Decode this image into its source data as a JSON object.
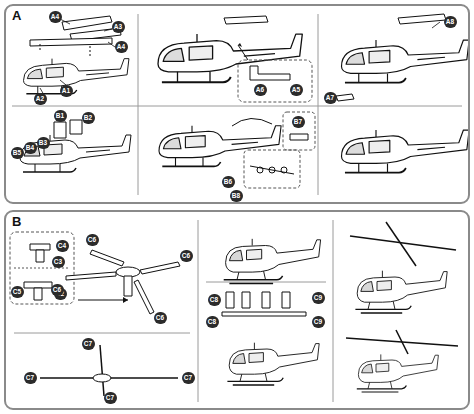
{
  "diagram": {
    "nodes": [
      {
        "text": [
          "A"
        ]
      },
      {
        "text": [
          "A4"
        ],
        "in": 0
      },
      {
        "text": [
          "A3"
        ],
        "in": 0
      },
      {
        "text": [
          "A4"
        ],
        "in": 0
      },
      {
        "text": [
          "A1"
        ],
        "in": 0
      },
      {
        "text": [
          "A2"
        ],
        "in": 0
      },
      {
        "text": [
          "A6"
        ],
        "in": 0
      },
      {
        "text": [
          "A5"
        ],
        "in": 0
      },
      {
        "text": [
          "A8"
        ],
        "in": 0
      },
      {
        "text": [
          "A7"
        ],
        "in": 0
      },
      {
        "text": [
          "B5"
        ],
        "in": 0
      },
      {
        "text": [
          "B4"
        ],
        "in": 0
      },
      {
        "text": [
          "B3"
        ],
        "in": 0
      },
      {
        "text": [
          "B1"
        ],
        "in": 0
      },
      {
        "text": [
          "B2"
        ],
        "in": 0
      },
      {
        "text": [
          "B6"
        ],
        "in": 0
      },
      {
        "text": [
          "B8"
        ],
        "in": 0
      },
      {
        "text": [
          "B7"
        ],
        "in": 0
      },
      {
        "text": [
          "B"
        ]
      },
      {
        "text": [
          "C4"
        ],
        "in": 18
      },
      {
        "text": [
          "C3"
        ],
        "in": 18
      },
      {
        "text": [
          "C5"
        ],
        "in": 18
      },
      {
        "text": [
          "C2"
        ],
        "in": 18
      },
      {
        "text": [
          "C6"
        ],
        "in": 18
      },
      {
        "text": [
          "C6"
        ],
        "in": 18
      },
      {
        "text": [
          "C6"
        ],
        "in": 18
      },
      {
        "text": [
          "C6"
        ],
        "in": 18
      },
      {
        "text": [
          "C7"
        ],
        "in": 18
      },
      {
        "text": [
          "C7"
        ],
        "in": 18
      },
      {
        "text": [
          "C7"
        ],
        "in": 18
      },
      {
        "text": [
          "C7"
        ],
        "in": 18
      },
      {
        "text": [
          "C8"
        ],
        "in": 18
      },
      {
        "text": [
          "C8"
        ],
        "in": 18
      },
      {
        "text": [
          "C9"
        ],
        "in": 18
      },
      {
        "text": [
          "C9"
        ],
        "in": 18
      }
    ]
  }
}
